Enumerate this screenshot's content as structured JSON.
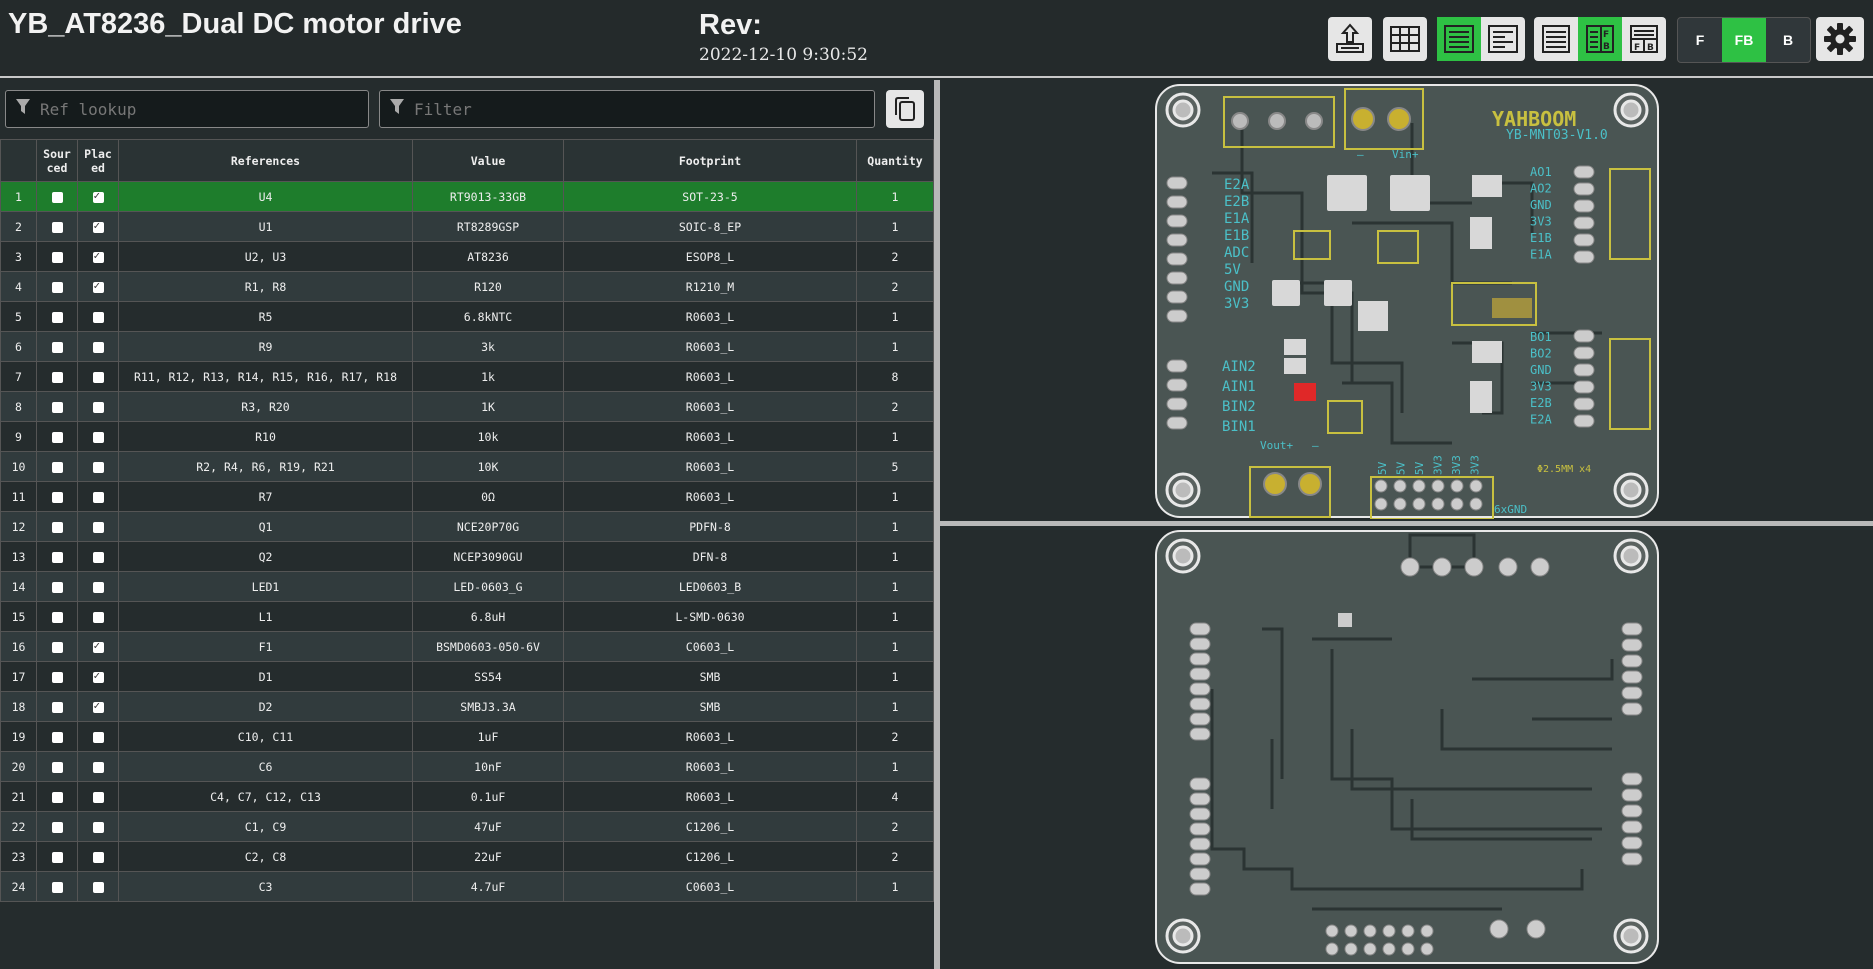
{
  "header": {
    "title": "YB_AT8236_Dual DC motor drive",
    "rev_label": "Rev:",
    "date": "2022-12-10 9:30:52",
    "view_modes": {
      "front": "F",
      "front_back": "FB",
      "back": "B"
    }
  },
  "toolbar": {
    "icons": [
      "upload-icon",
      "grid-icon",
      "bom-left-right-icon",
      "bom-top-bottom-icon",
      "bom-only-icon",
      "bom-left-right-fb-icon",
      "bom-top-bottom-fb-icon",
      "gear-icon"
    ]
  },
  "search": {
    "ref_placeholder": "Ref lookup",
    "filter_placeholder": "Filter"
  },
  "table": {
    "headers": {
      "num": "",
      "sourced": "Sourced",
      "placed": "Placed",
      "refs": "References",
      "value": "Value",
      "footprint": "Footprint",
      "qty": "Quantity"
    },
    "rows": [
      {
        "n": "1",
        "refs": "U4",
        "value": "RT9013-33GB",
        "fp": "SOT-23-5",
        "q": "1",
        "placed": true
      },
      {
        "n": "2",
        "refs": "U1",
        "value": "RT8289GSP",
        "fp": "SOIC-8_EP",
        "q": "1",
        "placed": true
      },
      {
        "n": "3",
        "refs": "U2, U3",
        "value": "AT8236",
        "fp": "ESOP8_L",
        "q": "2",
        "placed": true
      },
      {
        "n": "4",
        "refs": "R1, R8",
        "value": "R120",
        "fp": "R1210_M",
        "q": "2",
        "placed": true
      },
      {
        "n": "5",
        "refs": "R5",
        "value": "6.8kNTC",
        "fp": "R0603_L",
        "q": "1",
        "placed": false
      },
      {
        "n": "6",
        "refs": "R9",
        "value": "3k",
        "fp": "R0603_L",
        "q": "1",
        "placed": false
      },
      {
        "n": "7",
        "refs": "R11, R12, R13, R14, R15, R16, R17, R18",
        "value": "1k",
        "fp": "R0603_L",
        "q": "8",
        "placed": false
      },
      {
        "n": "8",
        "refs": "R3, R20",
        "value": "1K",
        "fp": "R0603_L",
        "q": "2",
        "placed": false
      },
      {
        "n": "9",
        "refs": "R10",
        "value": "10k",
        "fp": "R0603_L",
        "q": "1",
        "placed": false
      },
      {
        "n": "10",
        "refs": "R2, R4, R6, R19, R21",
        "value": "10K",
        "fp": "R0603_L",
        "q": "5",
        "placed": false
      },
      {
        "n": "11",
        "refs": "R7",
        "value": "0Ω",
        "fp": "R0603_L",
        "q": "1",
        "placed": false
      },
      {
        "n": "12",
        "refs": "Q1",
        "value": "NCE20P70G",
        "fp": "PDFN-8",
        "q": "1",
        "placed": false
      },
      {
        "n": "13",
        "refs": "Q2",
        "value": "NCEP3090GU",
        "fp": "DFN-8",
        "q": "1",
        "placed": false
      },
      {
        "n": "14",
        "refs": "LED1",
        "value": "LED-0603_G",
        "fp": "LED0603_B",
        "q": "1",
        "placed": false
      },
      {
        "n": "15",
        "refs": "L1",
        "value": "6.8uH",
        "fp": "L-SMD-0630",
        "q": "1",
        "placed": false
      },
      {
        "n": "16",
        "refs": "F1",
        "value": "BSMD0603-050-6V",
        "fp": "C0603_L",
        "q": "1",
        "placed": true
      },
      {
        "n": "17",
        "refs": "D1",
        "value": "SS54",
        "fp": "SMB",
        "q": "1",
        "placed": true
      },
      {
        "n": "18",
        "refs": "D2",
        "value": "SMBJ3.3A",
        "fp": "SMB",
        "q": "1",
        "placed": true
      },
      {
        "n": "19",
        "refs": "C10, C11",
        "value": "1uF",
        "fp": "R0603_L",
        "q": "2",
        "placed": false
      },
      {
        "n": "20",
        "refs": "C6",
        "value": "10nF",
        "fp": "R0603_L",
        "q": "1",
        "placed": false
      },
      {
        "n": "21",
        "refs": "C4, C7, C12, C13",
        "value": "0.1uF",
        "fp": "R0603_L",
        "q": "4",
        "placed": false
      },
      {
        "n": "22",
        "refs": "C1, C9",
        "value": "47uF",
        "fp": "C1206_L",
        "q": "2",
        "placed": false
      },
      {
        "n": "23",
        "refs": "C2, C8",
        "value": "22uF",
        "fp": "C1206_L",
        "q": "2",
        "placed": false
      },
      {
        "n": "24",
        "refs": "C3",
        "value": "4.7uF",
        "fp": "C0603_L",
        "q": "1",
        "placed": false
      }
    ]
  },
  "pcb_front": {
    "logo": "YAHBOOM",
    "model": "YB-MNT03-V1.0",
    "labels_left": [
      "E2A",
      "E2B",
      "E1A",
      "E1B",
      "ADC",
      "5V",
      "GND",
      "3V3"
    ],
    "labels_left2": [
      "AIN2",
      "AIN1",
      "BIN2",
      "BIN1"
    ],
    "labels_right_top": [
      "AO1",
      "AO2",
      "GND",
      "3V3",
      "E1B",
      "E1A"
    ],
    "labels_right_bot": [
      "BO1",
      "BO2",
      "GND",
      "3V3",
      "E2B",
      "E2A"
    ],
    "labels_bottom": [
      "5V",
      "5V",
      "5V",
      "3V3",
      "3V3",
      "3V3"
    ],
    "vin": "Vin+",
    "vout": "Vout+",
    "gnd6": "6xGND",
    "hole": "Φ2.5MM x4",
    "minus": "—"
  },
  "colors": {
    "accent": "#2ec144",
    "board": "#4a5553",
    "silk": "#4bc0c8",
    "outline": "#c8c040",
    "highlight": "#1e7d2c"
  }
}
